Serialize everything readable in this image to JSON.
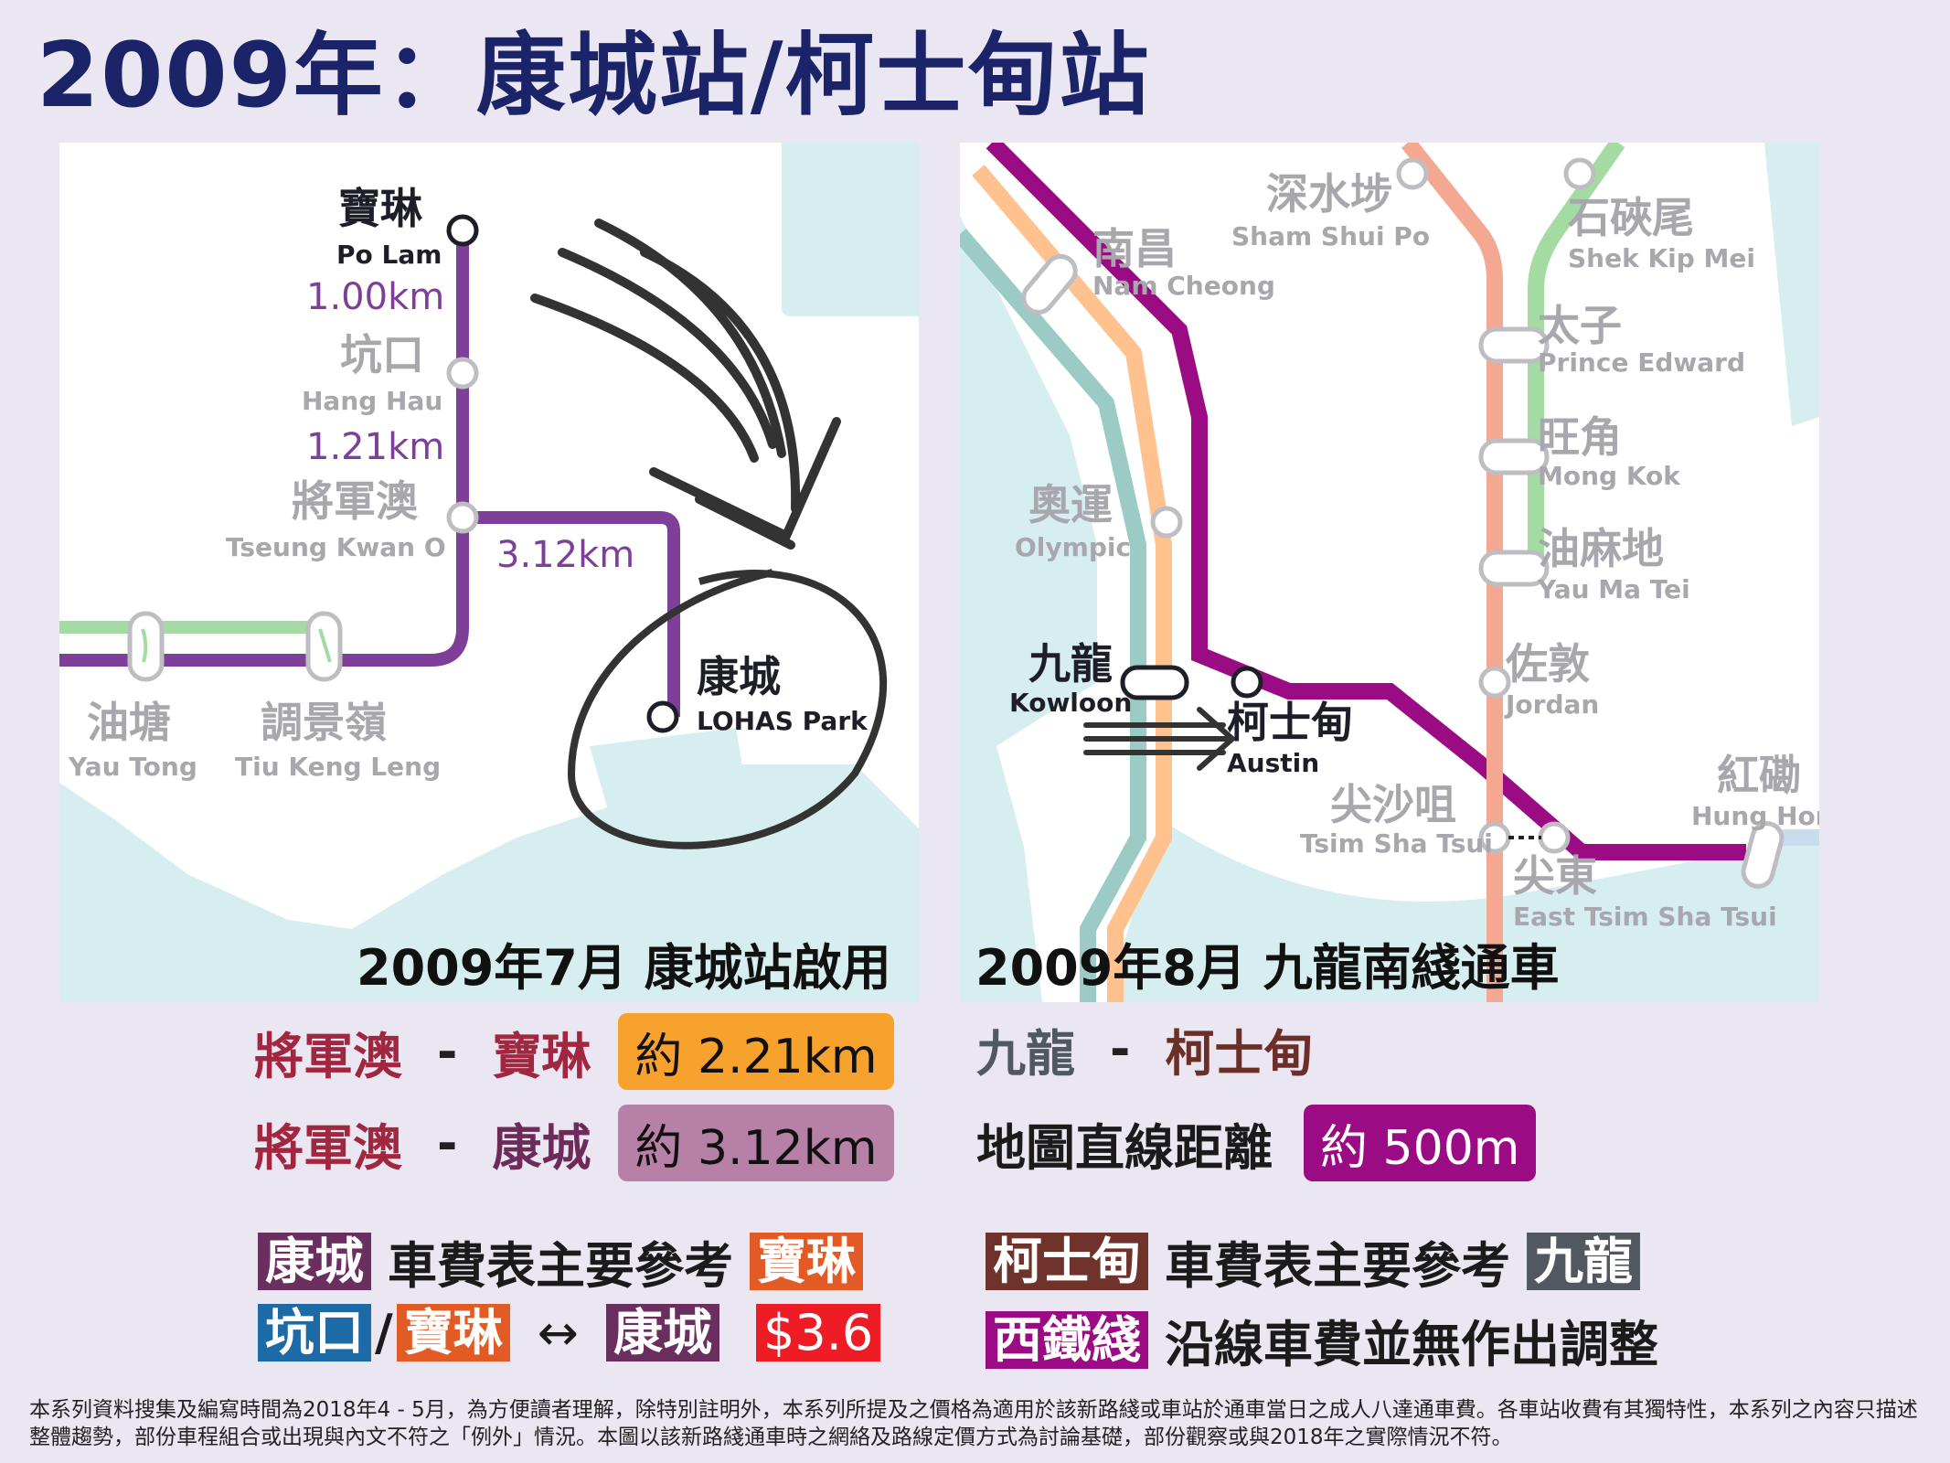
{
  "title": "2009年：康城站/柯士甸站",
  "left_map": {
    "stations": {
      "po_lam": {
        "zh": "寶琳",
        "en": "Po Lam"
      },
      "hang_hau": {
        "zh": "坑口",
        "en": "Hang Hau"
      },
      "tseung_kwan_o": {
        "zh": "將軍澳",
        "en": "Tseung Kwan O"
      },
      "lohas_park": {
        "zh": "康城",
        "en": "LOHAS Park"
      },
      "yau_tong": {
        "zh": "油塘",
        "en": "Yau Tong"
      },
      "tiu_keng_leng": {
        "zh": "調景嶺",
        "en": "Tiu Keng Leng"
      }
    },
    "distances": {
      "po_lam_hang_hau": "1.00km",
      "hang_hau_tko": "1.21km",
      "tko_lohas": "3.12km"
    },
    "caption": "2009年7月  康城站啟用"
  },
  "right_map": {
    "stations": {
      "sham_shui_po": {
        "zh": "深水埗",
        "en": "Sham Shui Po"
      },
      "shek_kip_mei": {
        "zh": "石硤尾",
        "en": "Shek Kip Mei"
      },
      "nam_cheong": {
        "zh": "南昌",
        "en": "Nam Cheong"
      },
      "prince_edward": {
        "zh": "太子",
        "en": "Prince Edward"
      },
      "mong_kok": {
        "zh": "旺角",
        "en": "Mong Kok"
      },
      "olympic": {
        "zh": "奧運",
        "en": "Olympic"
      },
      "yau_ma_tei": {
        "zh": "油麻地",
        "en": "Yau Ma Tei"
      },
      "kowloon": {
        "zh": "九龍",
        "en": "Kowloon"
      },
      "austin": {
        "zh": "柯士甸",
        "en": "Austin"
      },
      "jordan": {
        "zh": "佐敦",
        "en": "Jordan"
      },
      "hung_hom": {
        "zh": "紅磡",
        "en": "Hung Hom"
      },
      "tsim_sha_tsui": {
        "zh": "尖沙咀",
        "en": "Tsim Sha Tsui"
      },
      "east_tst": {
        "zh": "尖東",
        "en": "East Tsim Sha Tsui"
      }
    },
    "caption": "2009年8月  九龍南綫通車"
  },
  "compare_left": {
    "row1": {
      "a": "將軍澳",
      "dash": "-",
      "b": "寶琳",
      "value": "約 2.21km"
    },
    "row2": {
      "a": "將軍澳",
      "dash": "-",
      "b": "康城",
      "value": "約 3.12km"
    }
  },
  "compare_right": {
    "row1": {
      "a": "九龍",
      "dash": "-",
      "b": "柯士甸"
    },
    "row2": {
      "label": "地圖直線距離",
      "value": "約 500m"
    }
  },
  "fare_left": {
    "row1": {
      "tag1": "康城",
      "text": "車費表主要參考",
      "tag2": "寶琳"
    },
    "row2": {
      "tag1": "坑口",
      "slash": "/",
      "tag2": "寶琳",
      "arrow": "↔",
      "tag3": "康城",
      "price": "$3.6"
    }
  },
  "fare_right": {
    "row1": {
      "tag1": "柯士甸",
      "text": "車費表主要參考",
      "tag2": "九龍"
    },
    "row2": {
      "tag1": "西鐵綫",
      "text": "沿線車費並無作出調整"
    }
  },
  "footnote": "本系列資料搜集及編寫時間為2018年4 - 5月，為方便讀者理解，除特別註明外，本系列所提及之價格為適用於該新路綫或車站於通車當日之成人八達通車費。各車站收費有其獨特性，本系列之內容只描述整體趨勢，部份車程組合或出現與內文不符之「例外」情況。本圖以該新路綫通車時之網絡及路線定價方式為討論基礎，部份觀察或與2018年之實際情況不符。",
  "colors": {
    "title": "#1b2369",
    "tko_line": "#7e3f98",
    "kwun_tong_line": "#a3dba3",
    "west_rail": "#9b0b84",
    "tsuen_wan_line": "#f5a891",
    "tung_chung_line": "#ffc28e",
    "airport_express": "#9ccbc6",
    "water": "#d7eef0",
    "land": "#ffffff",
    "red_name": "#a1263f",
    "purple_name": "#6d2b5a",
    "brown_name": "#6b2f28",
    "orange_pill": "#f6a22c",
    "mauve_pill": "#b680a7",
    "west_rail_pill": "#9b0b84",
    "lohas_tag": "#6a2e5f",
    "po_lam_tag": "#e25b25",
    "hang_hau_tag": "#1c6aa6",
    "fare_red": "#ee1c25",
    "austin_tag": "#70332b",
    "kowloon_tag": "#51585f"
  }
}
